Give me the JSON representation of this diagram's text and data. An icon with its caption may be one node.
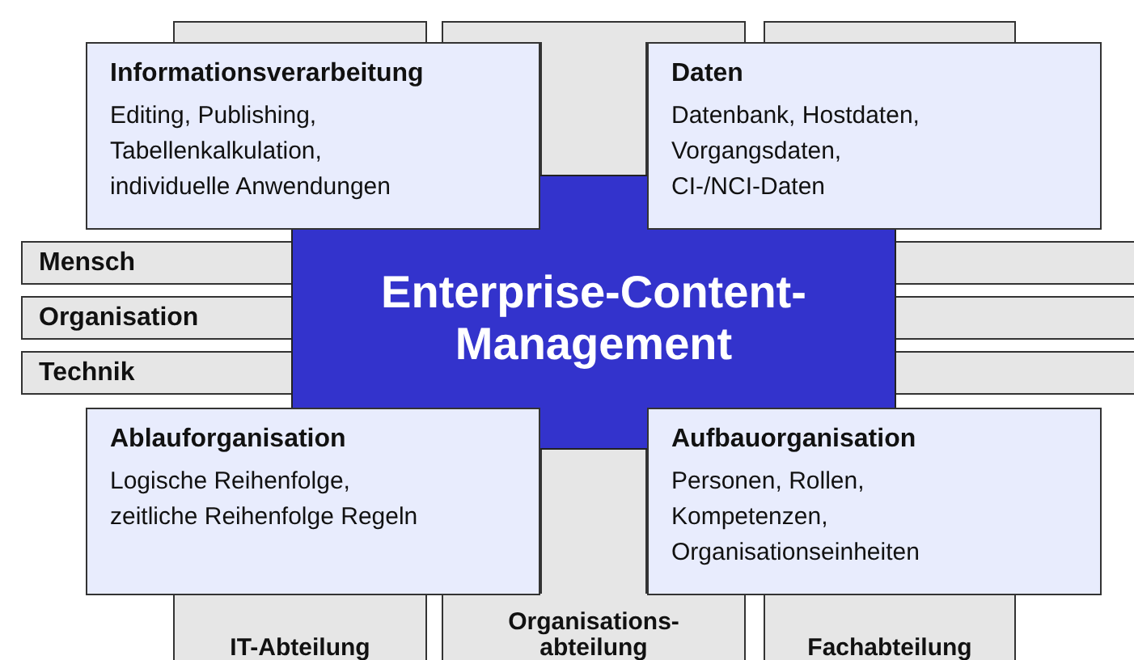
{
  "diagram": {
    "nodes": [
      {
        "text": [
          "Informationsverarbeitung",
          "Editing, Publishing, Tabellenkalkulation, individuelle Anwendungen"
        ]
      },
      {
        "text": [
          "Daten",
          "Datenbank, Hostdaten, Vorgangsdaten, CI-/NCI-Daten"
        ]
      },
      {
        "text": [
          "Mensch"
        ]
      },
      {
        "text": [
          "Organisation"
        ]
      },
      {
        "text": [
          "Technik"
        ]
      },
      {
        "text": [
          "Enterprise-Content-Management"
        ]
      },
      {
        "text": [
          "Ablauforganisation",
          "Logische Reihenfolge, zeitliche Reihenfolge Regeln"
        ]
      },
      {
        "text": [
          "Aufbauorganisation",
          "Personen, Rollen, Kompetenzen, Organisationseinheiten"
        ]
      },
      {
        "text": [
          "IT-Abteilung"
        ]
      },
      {
        "text": [
          "Organisations-abteilung"
        ]
      },
      {
        "text": [
          "Fachabteilung"
        ]
      },
      {
        "text": [],
        "shape": "bar"
      },
      {
        "text": [],
        "shape": "bar"
      },
      {
        "text": [],
        "shape": "bar"
      },
      {
        "text": [],
        "shape": "bar"
      },
      {
        "text": [],
        "shape": "bar"
      },
      {
        "text": [],
        "shape": "bar"
      },
      {
        "text": [],
        "shape": "bar"
      },
      {
        "text": [],
        "shape": "bar"
      }
    ]
  }
}
